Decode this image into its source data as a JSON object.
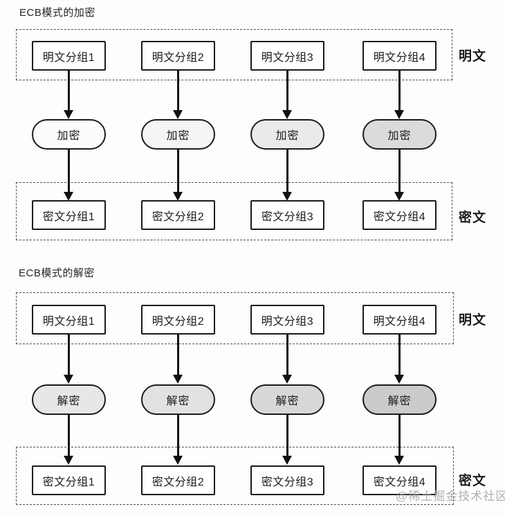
{
  "watermark": "@稀土掘金技术社区",
  "colors": {
    "line": "#1b1b1b",
    "dashed_border": "#4d4d4d",
    "watermark_gray": "#a3a3a3",
    "enc_oval_fills": [
      "#fcfcfa",
      "#f5f5f3",
      "#eaeae8",
      "#dbdbd9"
    ],
    "dec_oval_fills": [
      "#e7e7e5",
      "#e2e2e0",
      "#d8d8d6",
      "#cbcbc9"
    ]
  },
  "encryption": {
    "title": "ECB模式的加密",
    "input_label": "明文",
    "input_blocks": [
      "明文分组1",
      "明文分组2",
      "明文分组3",
      "明文分组4"
    ],
    "process_label": "加密",
    "output_label": "密文",
    "output_blocks": [
      "密文分组1",
      "密文分组2",
      "密文分组3",
      "密文分组4"
    ]
  },
  "decryption": {
    "title": "ECB模式的解密",
    "input_label": "明文",
    "input_blocks": [
      "明文分组1",
      "明文分组2",
      "明文分组3",
      "明文分组4"
    ],
    "process_label": "解密",
    "output_label": "密文",
    "output_blocks": [
      "密文分组1",
      "密文分组2",
      "密文分组3",
      "密文分组4"
    ]
  }
}
